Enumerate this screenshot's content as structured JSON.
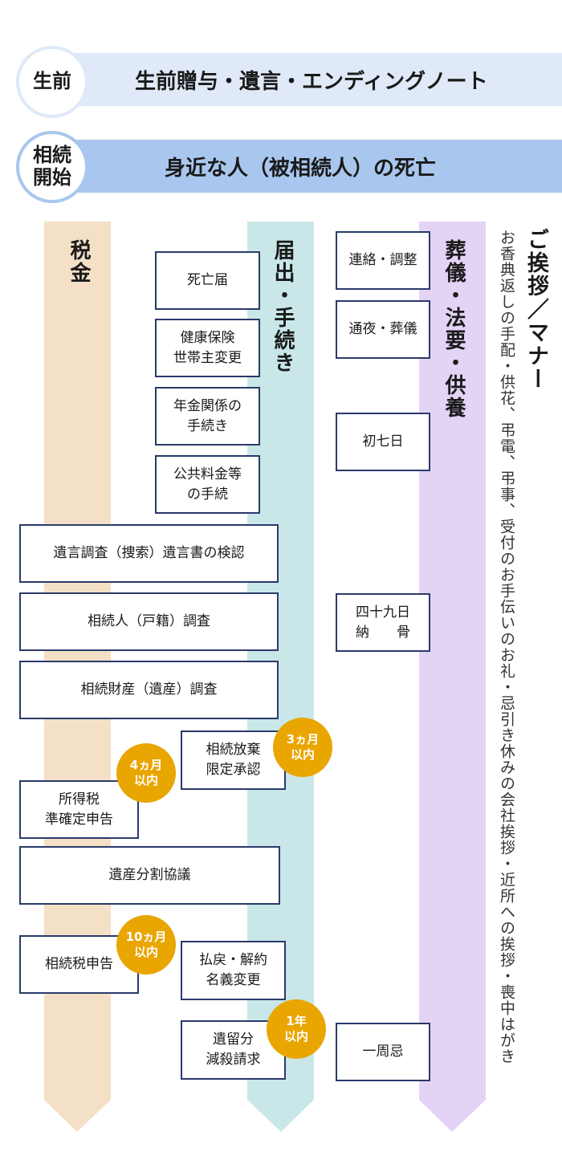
{
  "header": {
    "step1": {
      "circle": "生前",
      "text": "生前贈与・遺言・エンディングノート",
      "color": "#dfe9f7"
    },
    "step2": {
      "circle": "相続\n開始",
      "text": "身近な人（被相続人）の死亡",
      "color": "#a9c7ee"
    }
  },
  "columns": {
    "tax": {
      "label": "税金",
      "color": "#f3e0c6"
    },
    "procedures": {
      "label": "届出・手続き",
      "color": "#c9e7e8"
    },
    "funeral": {
      "label": "葬儀・法要・供養",
      "color": "#e3d3f5"
    },
    "manners": {
      "label": "ご挨拶／マナー",
      "text": "お香典返しの手配・供花、弔電、弔事、受付のお手伝いのお礼・忌引き休みの会社挨拶・近所への挨拶・喪中はがき"
    }
  },
  "boxes": {
    "death_notice": "死亡届",
    "health_insurance": "健康保険\n世帯主変更",
    "pension": "年金関係の\n手続き",
    "utilities": "公共料金等\nの手続",
    "will_search": "遺言調査（捜索）遺言書の検認",
    "heir_survey": "相続人（戸籍）調査",
    "asset_survey": "相続財産（遺産）調査",
    "renounce": "相続放棄\n限定承認",
    "income_tax": "所得税\n準確定申告",
    "division": "遺産分割協議",
    "inheritance_tax": "相続税申告",
    "refund": "払戻・解約\n名義変更",
    "reserved_portion": "遺留分\n減殺請求",
    "contact": "連絡・調整",
    "wake": "通夜・葬儀",
    "seventh_day": "初七日",
    "forty_ninth": "四十九日\n納　　骨",
    "first_anniversary": "一周忌"
  },
  "badges": {
    "three_months": "3ヵ月\n以内",
    "four_months": "4ヵ月\n以内",
    "ten_months": "10ヵ月\n以内",
    "one_year": "1年\n以内"
  },
  "colors": {
    "border": "#2a3a6a",
    "badge": "#e9a500"
  }
}
